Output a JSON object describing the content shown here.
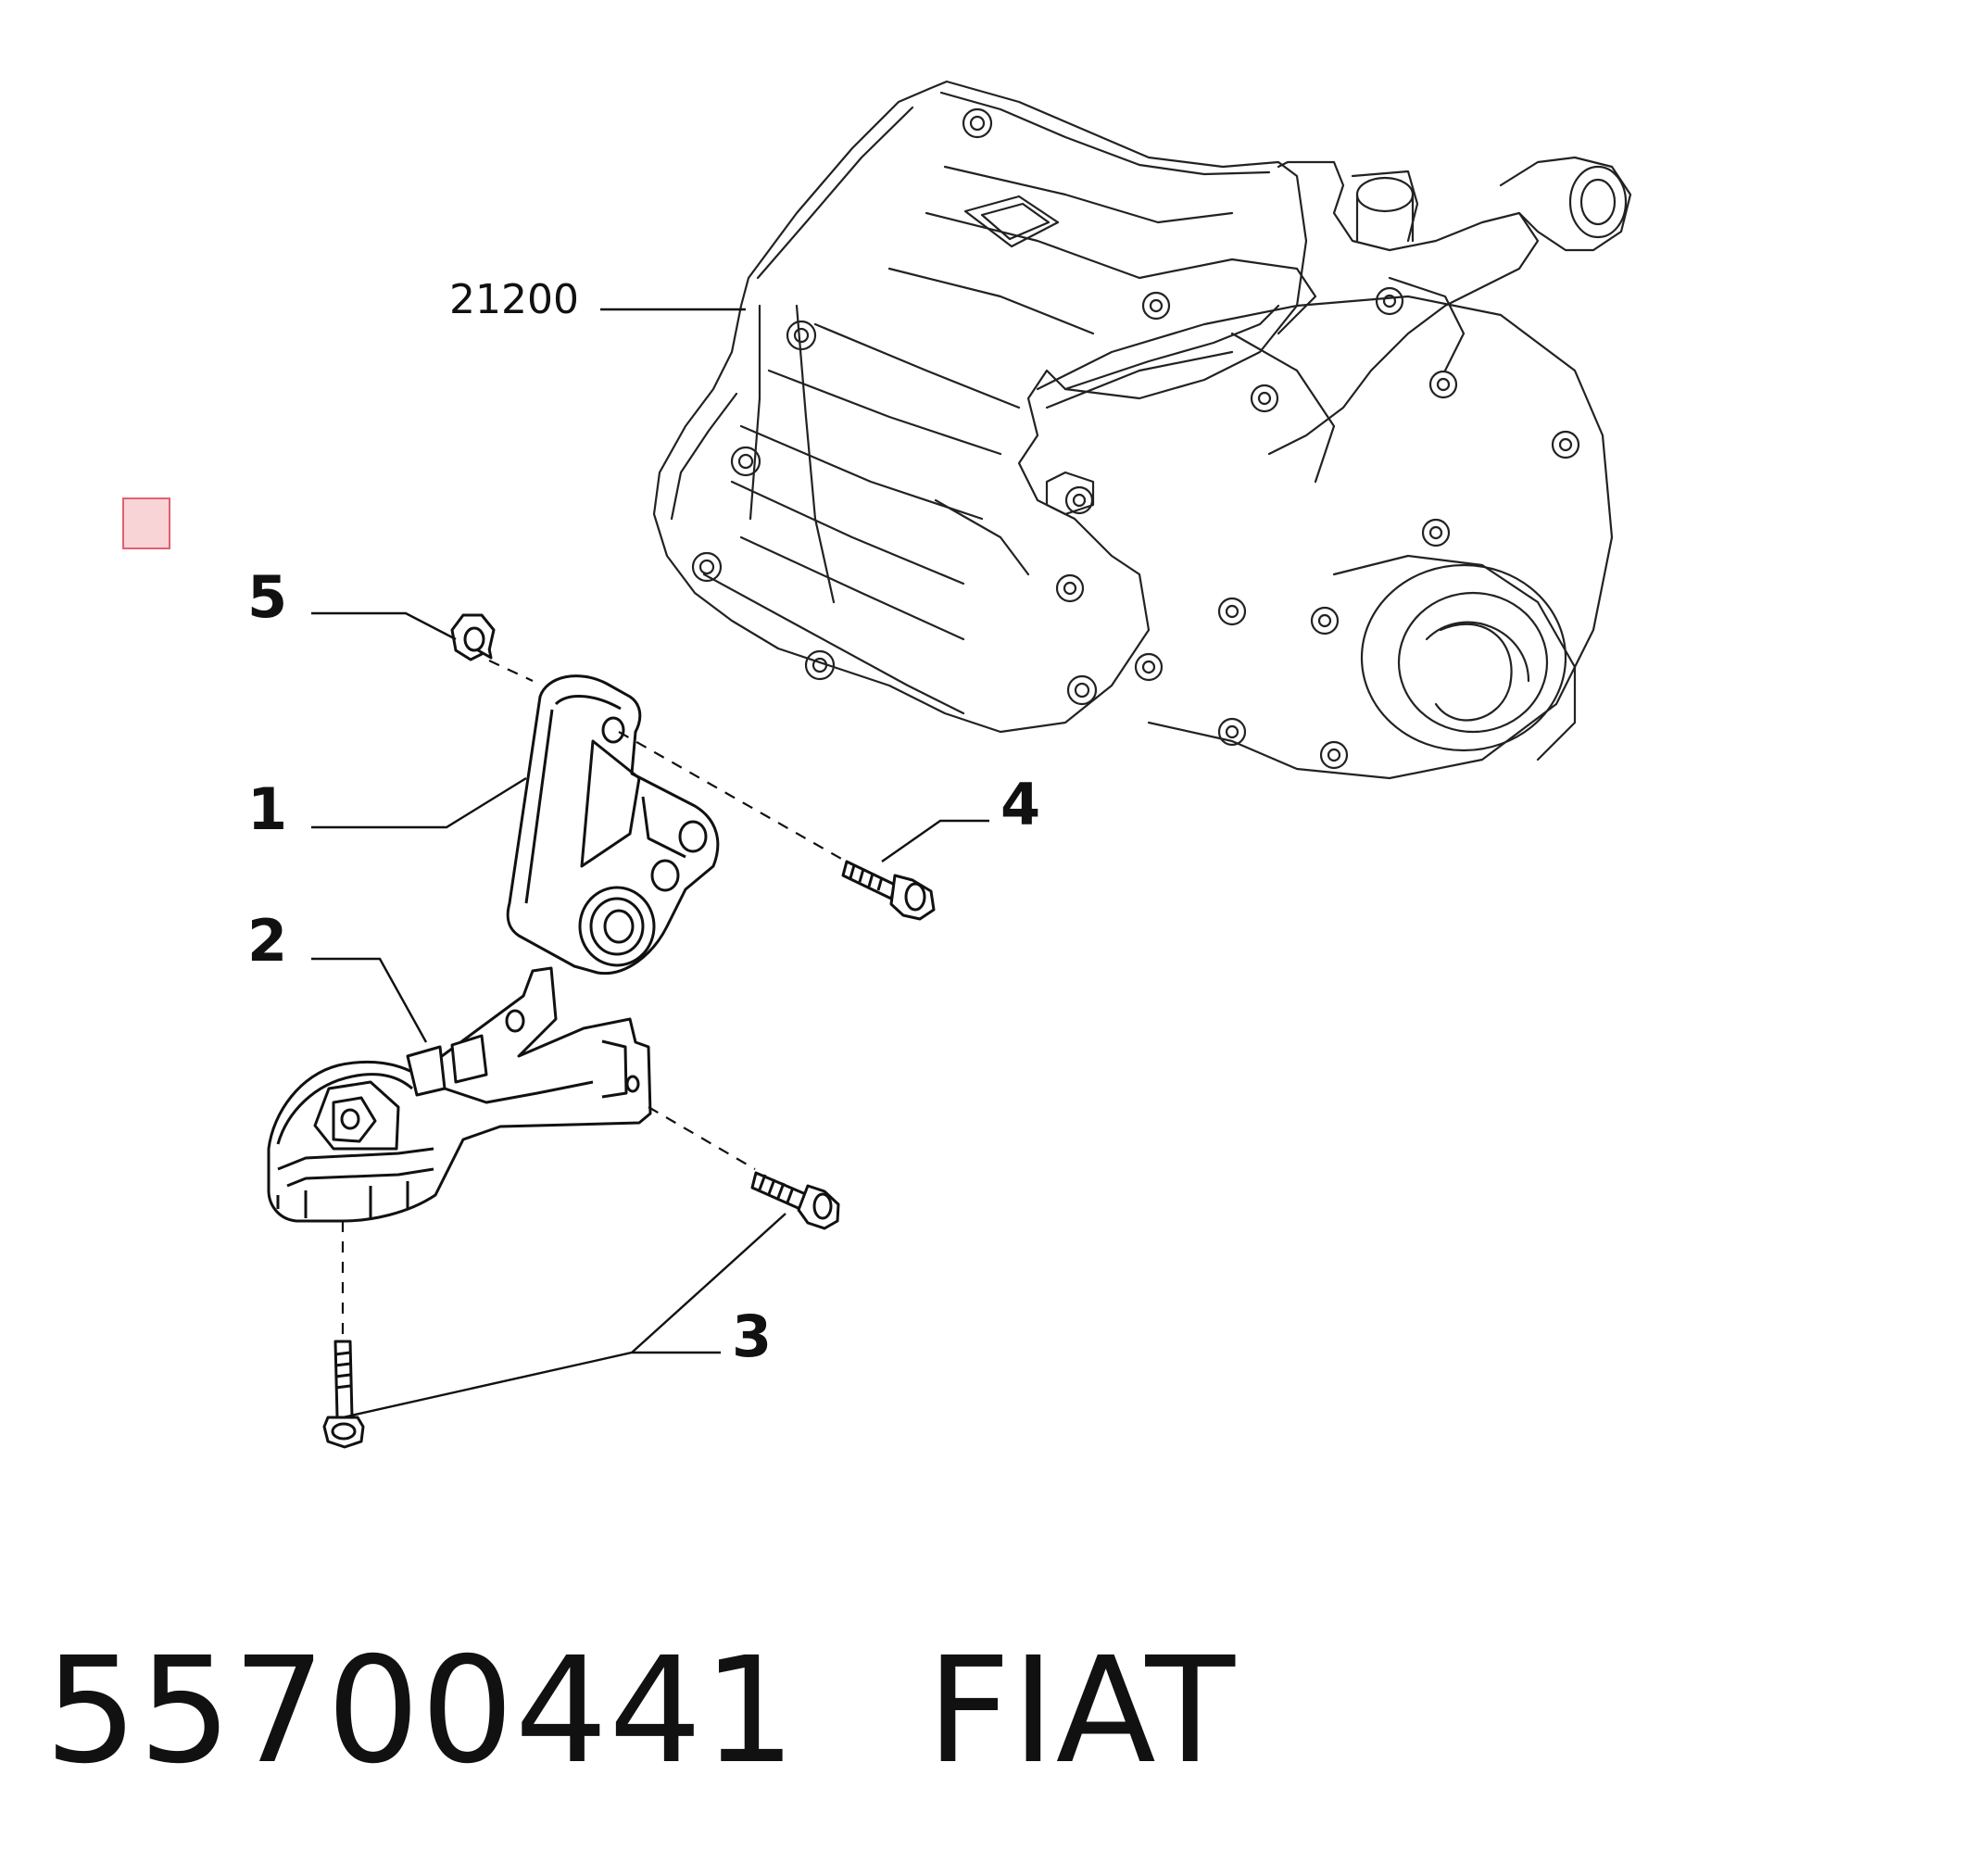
{
  "callouts": {
    "c1": "1",
    "c2": "2",
    "c3": "3",
    "c4": "4",
    "c5": "5"
  },
  "assembly_ref": "21200",
  "caption": {
    "part_number": "55700441",
    "brand": "FIAT"
  },
  "marker_color": "#f8d4d6",
  "marker_border_color": "#e06070"
}
